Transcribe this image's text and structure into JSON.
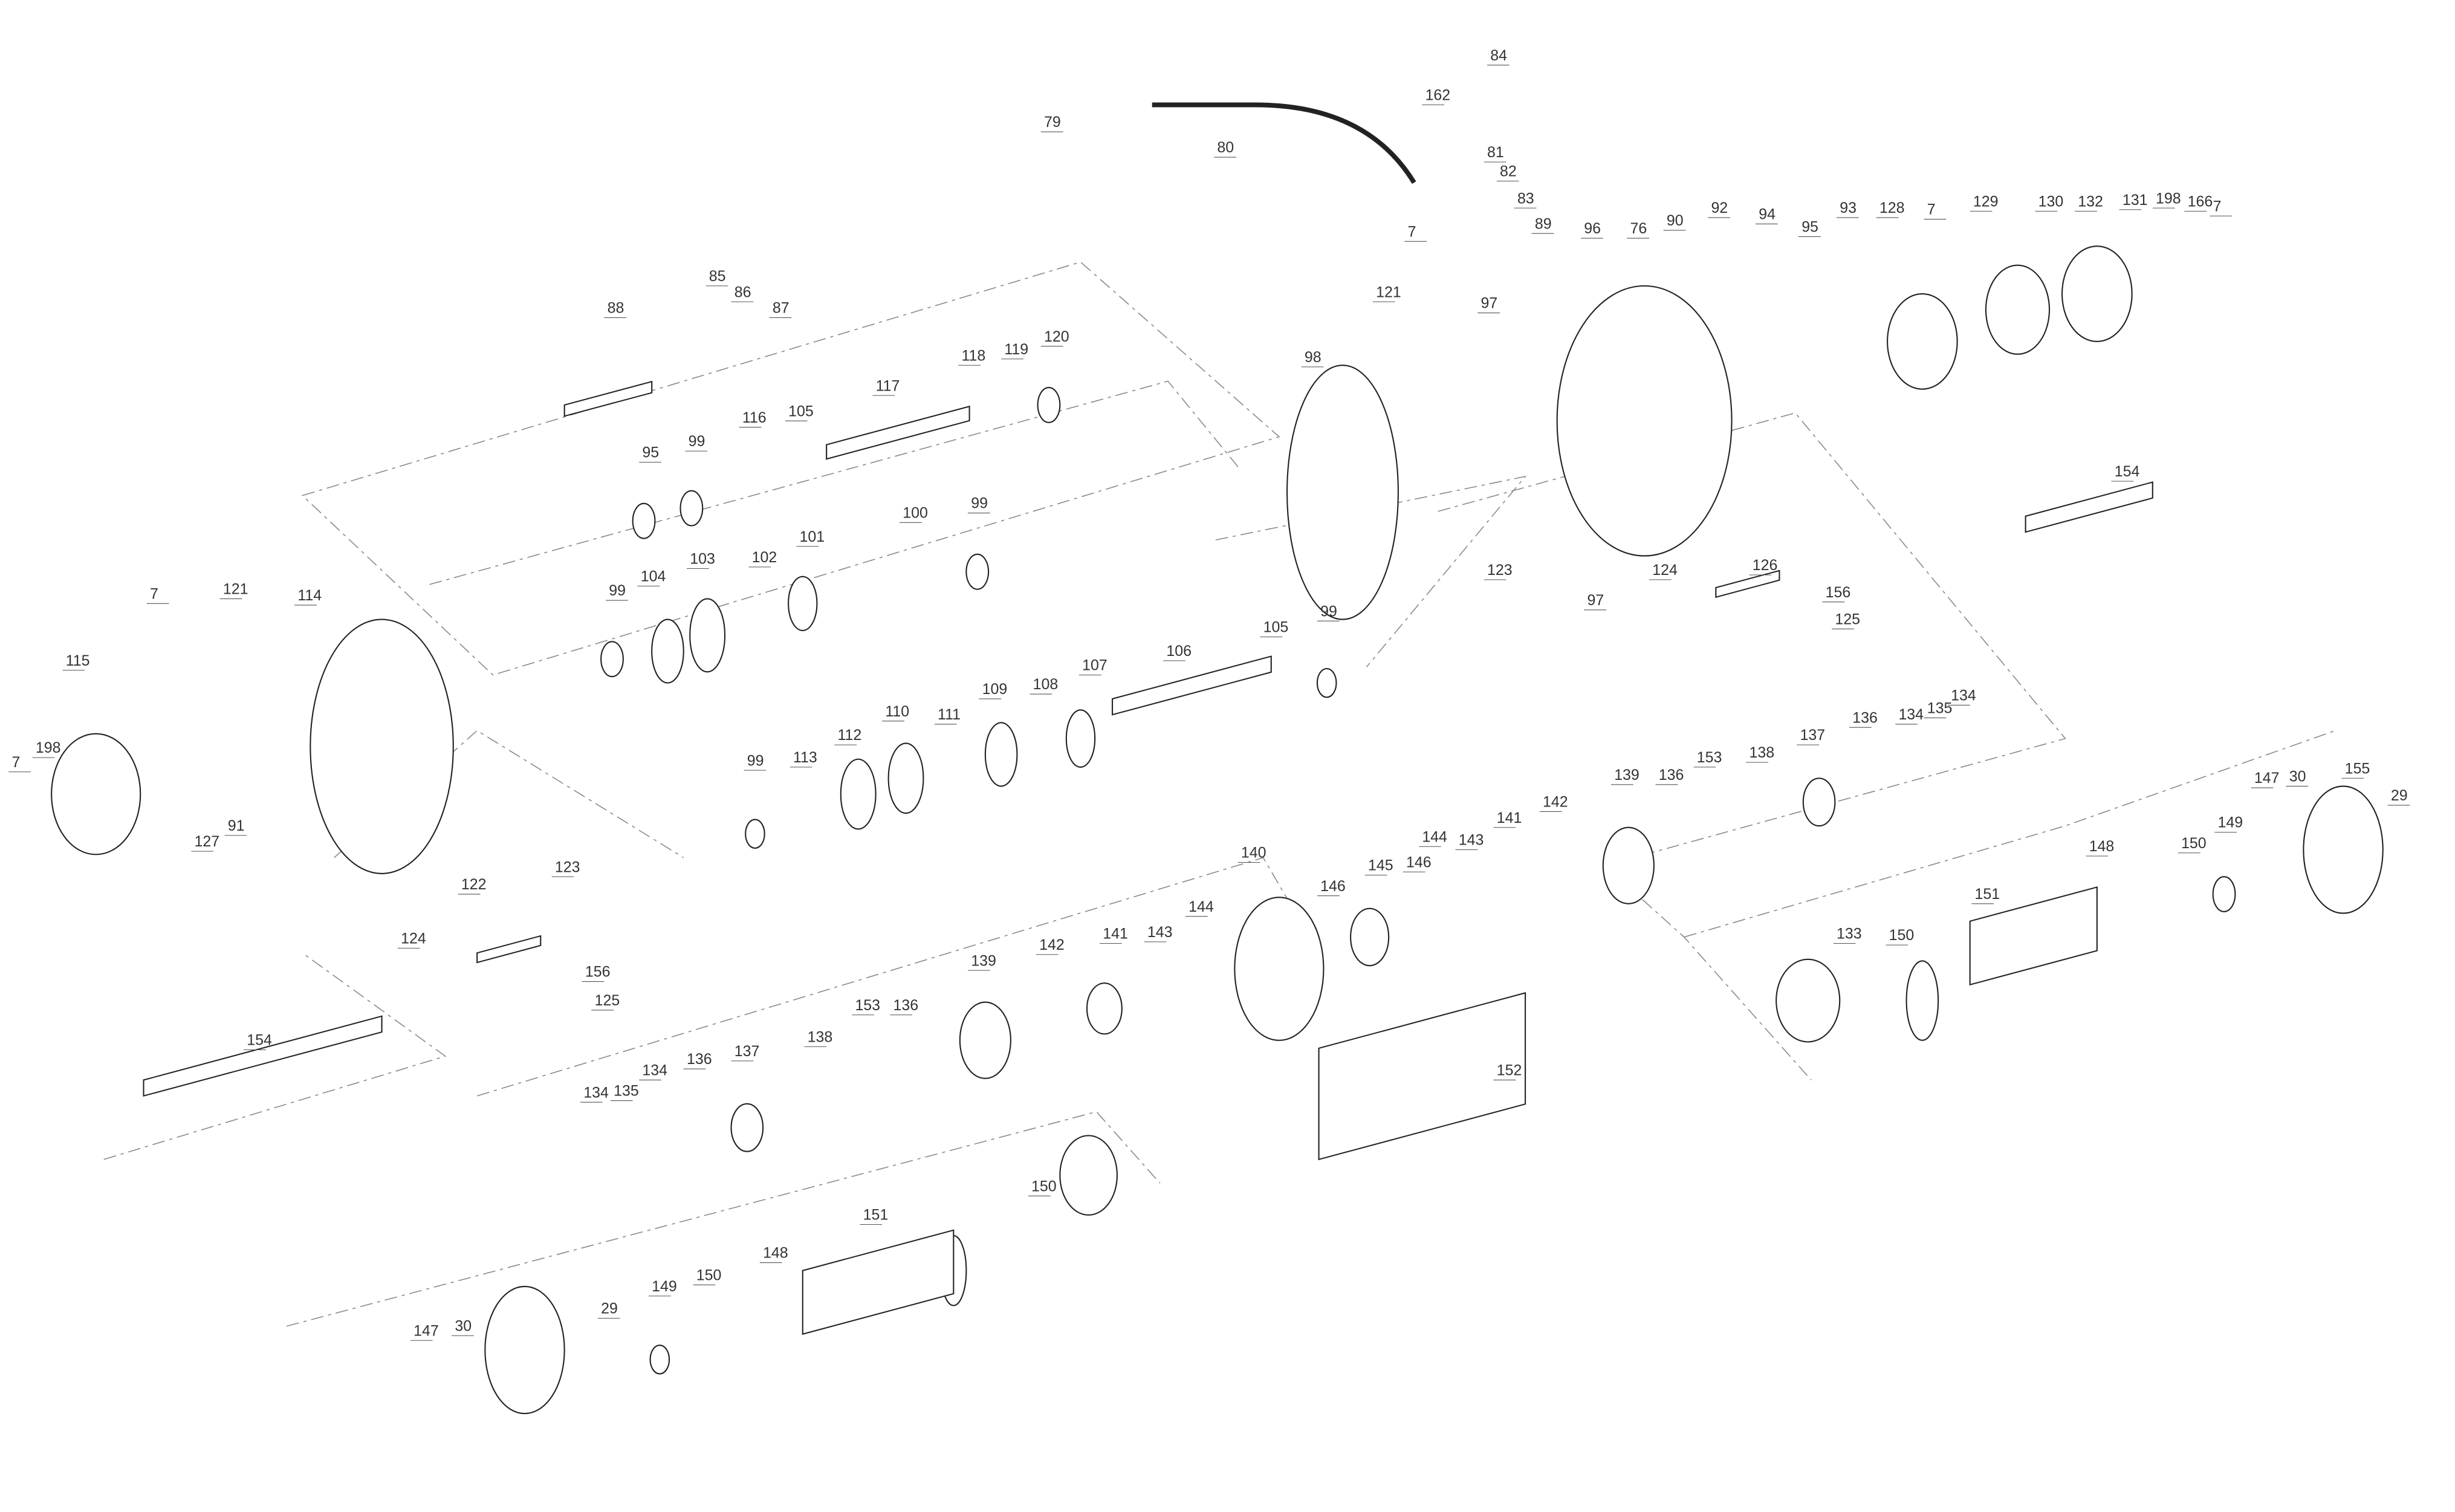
{
  "diagram": {
    "type": "exploded-parts-diagram",
    "callouts": [
      "79",
      "80",
      "84",
      "162",
      "81",
      "82",
      "83",
      "89",
      "7",
      "121",
      "97",
      "76",
      "90",
      "92",
      "94",
      "93",
      "95",
      "96",
      "128",
      "7",
      "129",
      "130",
      "131",
      "198",
      "166",
      "7",
      "132",
      "98",
      "154",
      "123",
      "97",
      "124",
      "126",
      "156",
      "125",
      "85",
      "86",
      "87",
      "88",
      "117",
      "118",
      "119",
      "120",
      "116",
      "105",
      "95",
      "99",
      "100",
      "99",
      "101",
      "102",
      "103",
      "104",
      "99",
      "7",
      "121",
      "114",
      "115",
      "7",
      "198",
      "105",
      "99",
      "106",
      "107",
      "108",
      "109",
      "110",
      "111",
      "112",
      "113",
      "99",
      "139",
      "136",
      "153",
      "138",
      "137",
      "136",
      "134",
      "135",
      "134",
      "147",
      "30",
      "155",
      "29",
      "141",
      "142",
      "144",
      "143",
      "145",
      "146",
      "146",
      "140",
      "148",
      "149",
      "150",
      "151",
      "133",
      "150",
      "127",
      "91",
      "122",
      "123",
      "124",
      "156",
      "125",
      "142",
      "141",
      "143",
      "144",
      "139",
      "153",
      "136",
      "138",
      "137",
      "136",
      "134",
      "135",
      "134",
      "154",
      "152",
      "151",
      "150",
      "148",
      "150",
      "149",
      "29",
      "147",
      "30"
    ]
  },
  "colors": {
    "line": "#222222",
    "dash": "#888888",
    "label": "#333333"
  }
}
